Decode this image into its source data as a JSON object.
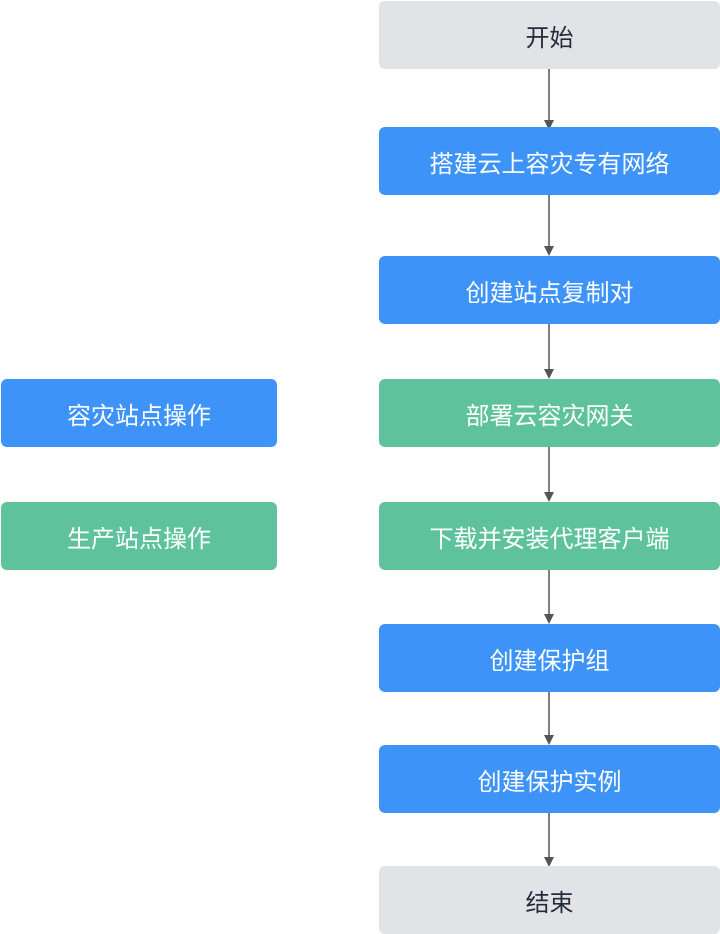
{
  "flow": {
    "start": "开始",
    "steps": [
      "搭建云上容灾专有网络",
      "创建站点复制对",
      "部署云容灾网关",
      "下载并安装代理客户端",
      "创建保护组",
      "创建保护实例"
    ],
    "end": "结束"
  },
  "legend": {
    "dr_site": "容灾站点操作",
    "production_site": "生产站点操作"
  },
  "colors": {
    "dr_site": "#3d93f8",
    "production_site": "#5ec39c",
    "terminal": "#e1e3e6",
    "arrow": "#555555"
  }
}
